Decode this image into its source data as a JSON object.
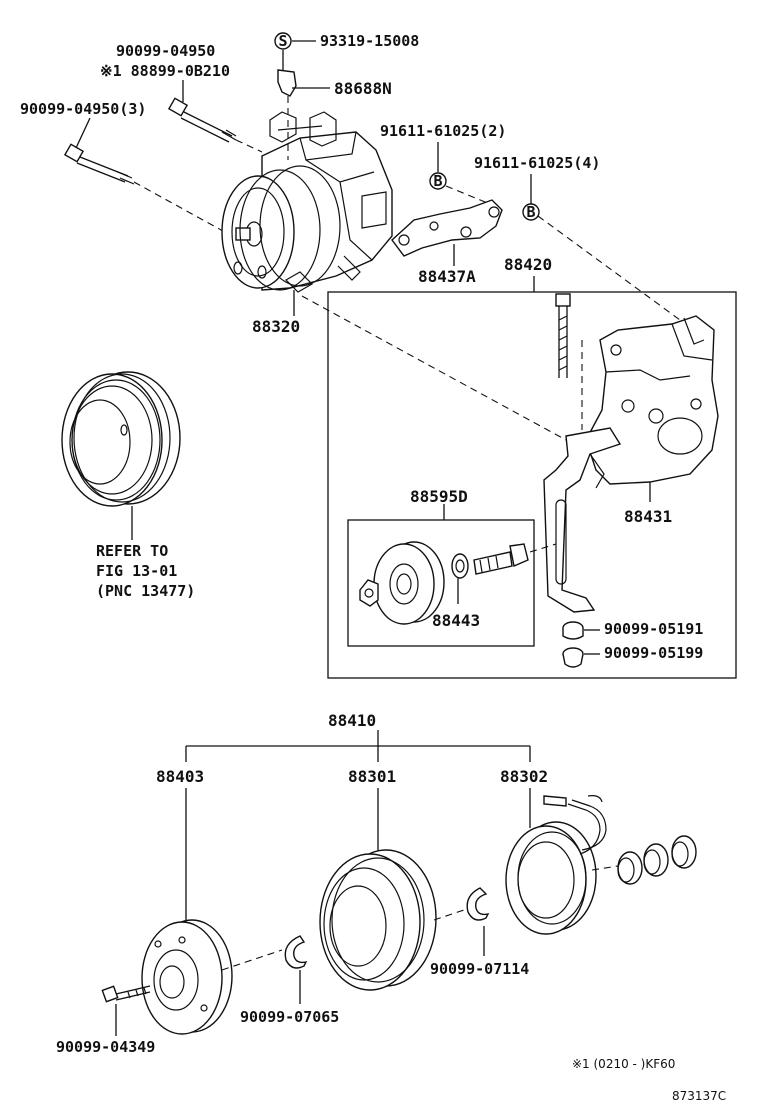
{
  "labels": {
    "part_90099_04950": "90099-04950",
    "part_88899_0b210": "※1 88899-0B210",
    "part_90099_04950_3": "90099-04950(3)",
    "part_93319_15008": "93319-15008",
    "mark_s": "S",
    "part_88688n": "88688N",
    "part_91611_61025_2": "91611-61025(2)",
    "part_91611_61025_4": "91611-61025(4)",
    "mark_b1": "B",
    "mark_b2": "B",
    "part_88437a": "88437A",
    "part_88420": "88420",
    "part_88320": "88320",
    "part_88431": "88431",
    "part_88595d": "88595D",
    "part_88443": "88443",
    "part_90099_05191": "90099-05191",
    "part_90099_05199": "90099-05199",
    "refer_line1": "REFER TO",
    "refer_line2": "FIG 13-01",
    "refer_line3": "(PNC 13477)",
    "part_88410": "88410",
    "part_88403": "88403",
    "part_88301": "88301",
    "part_88302": "88302",
    "part_90099_07114": "90099-07114",
    "part_90099_07065": "90099-07065",
    "part_90099_04349": "90099-04349",
    "footnote": "※1 (0210 -      )KF60",
    "figure_code": "873137C"
  }
}
